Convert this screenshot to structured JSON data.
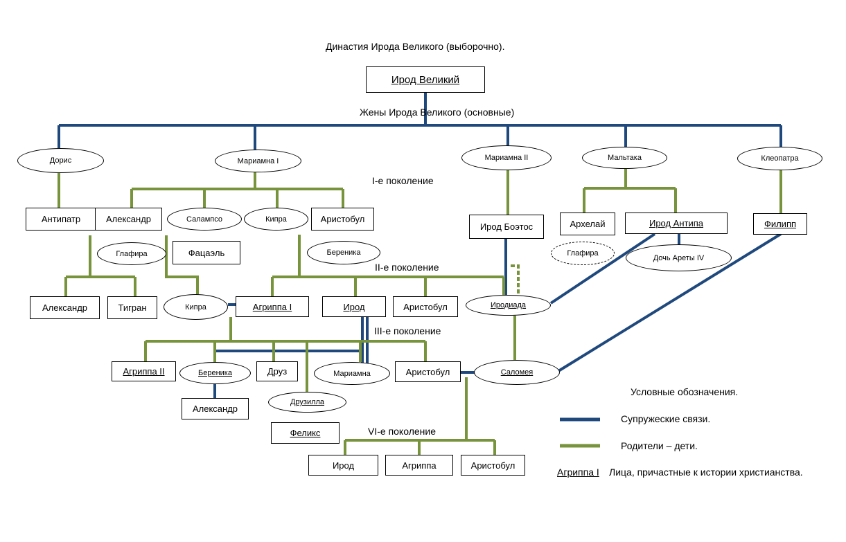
{
  "title": "Династия Ирода Великого (выборочно).",
  "wives_label": "Жены Ирода  Великого (основные)",
  "generations": {
    "g1": "I-е поколение",
    "g2": "II-е поколение",
    "g3": "III-е поколение",
    "g4": "VI-е поколение"
  },
  "nodes": {
    "herod_great": "Ирод Великий",
    "doris": "Дорис",
    "mariamne1": "Мариамна I",
    "mariamne2": "Мариамна II",
    "maltaka": "Мальтака",
    "cleopatra": "Клеопатра",
    "antipater": "Антипатр",
    "alexander1": "Александр",
    "salampso": "Салампсо",
    "kypros1": "Кипра",
    "aristobulus1": "Аристобул",
    "herod_boethus": "Ирод Боэтос",
    "archelaus": "Архелай",
    "herod_antipas": "Ирод Антипа",
    "philip": "Филипп",
    "glaphyra1": "Глафира",
    "phasael": "Фацаэль",
    "berenice1": "Береника",
    "glaphyra2": "Глафира",
    "aretas_daughter": "Дочь Ареты IV",
    "alexander2": "Александр",
    "tigranes": "Тигран",
    "kypros2": "Кипра",
    "agrippa1": "Агриппа I",
    "herod_chalcis": "Ирод",
    "aristobulus2": "Аристобул",
    "herodias": "Иродиада",
    "agrippa2": "Агриппа II",
    "berenice2": "Береника",
    "drusus": "Друз",
    "mariamne3": "Мариамна",
    "aristobulus3": "Аристобул",
    "salome": "Саломея",
    "alexander3": "Александр",
    "drusilla": "Друзилла",
    "felix": "Феликс",
    "herod4": "Ирод",
    "agrippa4": "Агриппа",
    "aristobulus4": "Аристобул"
  },
  "legend": {
    "title": "Условные обозначения.",
    "marital": "Супружеские связи.",
    "parents": "Родители – дети.",
    "sample": "Агриппа I",
    "christian": "Лица, причастные к истории христианства."
  },
  "colors": {
    "marital": "#1f497d",
    "parents": "#77933c"
  }
}
